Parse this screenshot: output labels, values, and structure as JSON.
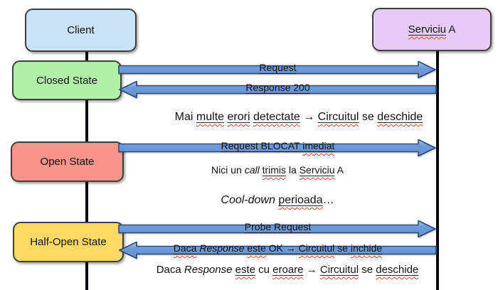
{
  "colors": {
    "client_fill": "#c9e2f6",
    "service_fill": "#e6cbf4",
    "closed_fill": "#b1f0a7",
    "open_fill": "#f7958c",
    "half_open_fill": "#ffd965",
    "arrow_fill": "#6e9ad9",
    "arrow_border": "#2b4a73",
    "lifeline": "#07070f",
    "box_border": "#3f3f3f",
    "squiggle": "#e44b3d"
  },
  "actors": [
    {
      "id": "client",
      "segments": [
        {
          "t": "Client"
        }
      ]
    },
    {
      "id": "service-a",
      "segments": [
        {
          "t": "Serviciu",
          "u": true,
          "w": true
        },
        {
          "t": " A"
        }
      ]
    }
  ],
  "states": [
    {
      "label": "Closed State"
    },
    {
      "label": "Open State"
    },
    {
      "label": "Half-Open State"
    }
  ],
  "messages": [
    {
      "name": "request",
      "direction": "right",
      "segments": [
        {
          "t": "Request"
        }
      ]
    },
    {
      "name": "response-200",
      "direction": "left",
      "segments": [
        {
          "t": "Response 200"
        }
      ]
    },
    {
      "name": "request-blocked",
      "direction": "right",
      "segments": [
        {
          "t": "Request BLOCAT "
        },
        {
          "t": "imediat",
          "w": true
        }
      ]
    },
    {
      "name": "probe-request",
      "direction": "right",
      "segments": [
        {
          "t": "Probe Request"
        }
      ]
    },
    {
      "name": "response-ok",
      "direction": "left",
      "segments": [
        {
          "t": "Daca",
          "w": true
        },
        {
          "t": " "
        },
        {
          "t": "Response",
          "i": true
        },
        {
          "t": " "
        },
        {
          "t": "este",
          "w": true
        },
        {
          "t": " OK → "
        },
        {
          "t": "Circuitul",
          "w": true
        },
        {
          "t": " se "
        },
        {
          "t": "inchide",
          "w": true
        }
      ]
    }
  ],
  "notes": [
    {
      "name": "errors-detected",
      "segments": [
        {
          "t": "Mai "
        },
        {
          "t": "multe",
          "u": true,
          "w": true
        },
        {
          "t": " "
        },
        {
          "t": "erori",
          "u": true,
          "w": true
        },
        {
          "t": " "
        },
        {
          "t": "detectate",
          "u": true,
          "w": true
        },
        {
          "t": " → "
        },
        {
          "t": "Circuitul",
          "u": true,
          "w": true
        },
        {
          "t": " se "
        },
        {
          "t": "deschide",
          "u": true,
          "w": true
        }
      ]
    },
    {
      "name": "no-call-sent",
      "segments": [
        {
          "t": "Nici un "
        },
        {
          "t": "call",
          "i": true
        },
        {
          "t": " "
        },
        {
          "t": "trimis",
          "u": true,
          "w": true
        },
        {
          "t": " la "
        },
        {
          "t": "Serviciu",
          "u": true,
          "w": true
        },
        {
          "t": " A"
        }
      ]
    },
    {
      "name": "cooldown-period",
      "segments": [
        {
          "t": "Cool-down",
          "i": true
        },
        {
          "t": " "
        },
        {
          "t": "perioada",
          "u": true,
          "w": true
        },
        {
          "t": "…"
        }
      ]
    },
    {
      "name": "error-response",
      "segments": [
        {
          "t": "Daca "
        },
        {
          "t": "Response",
          "i": true
        },
        {
          "t": " "
        },
        {
          "t": "este",
          "u": true,
          "w": true
        },
        {
          "t": " cu "
        },
        {
          "t": "eroare",
          "u": true,
          "w": true
        },
        {
          "t": " → "
        },
        {
          "t": "Circuitul",
          "u": true,
          "w": true
        },
        {
          "t": " se "
        },
        {
          "t": "deschide",
          "u": true,
          "w": true
        }
      ]
    }
  ]
}
